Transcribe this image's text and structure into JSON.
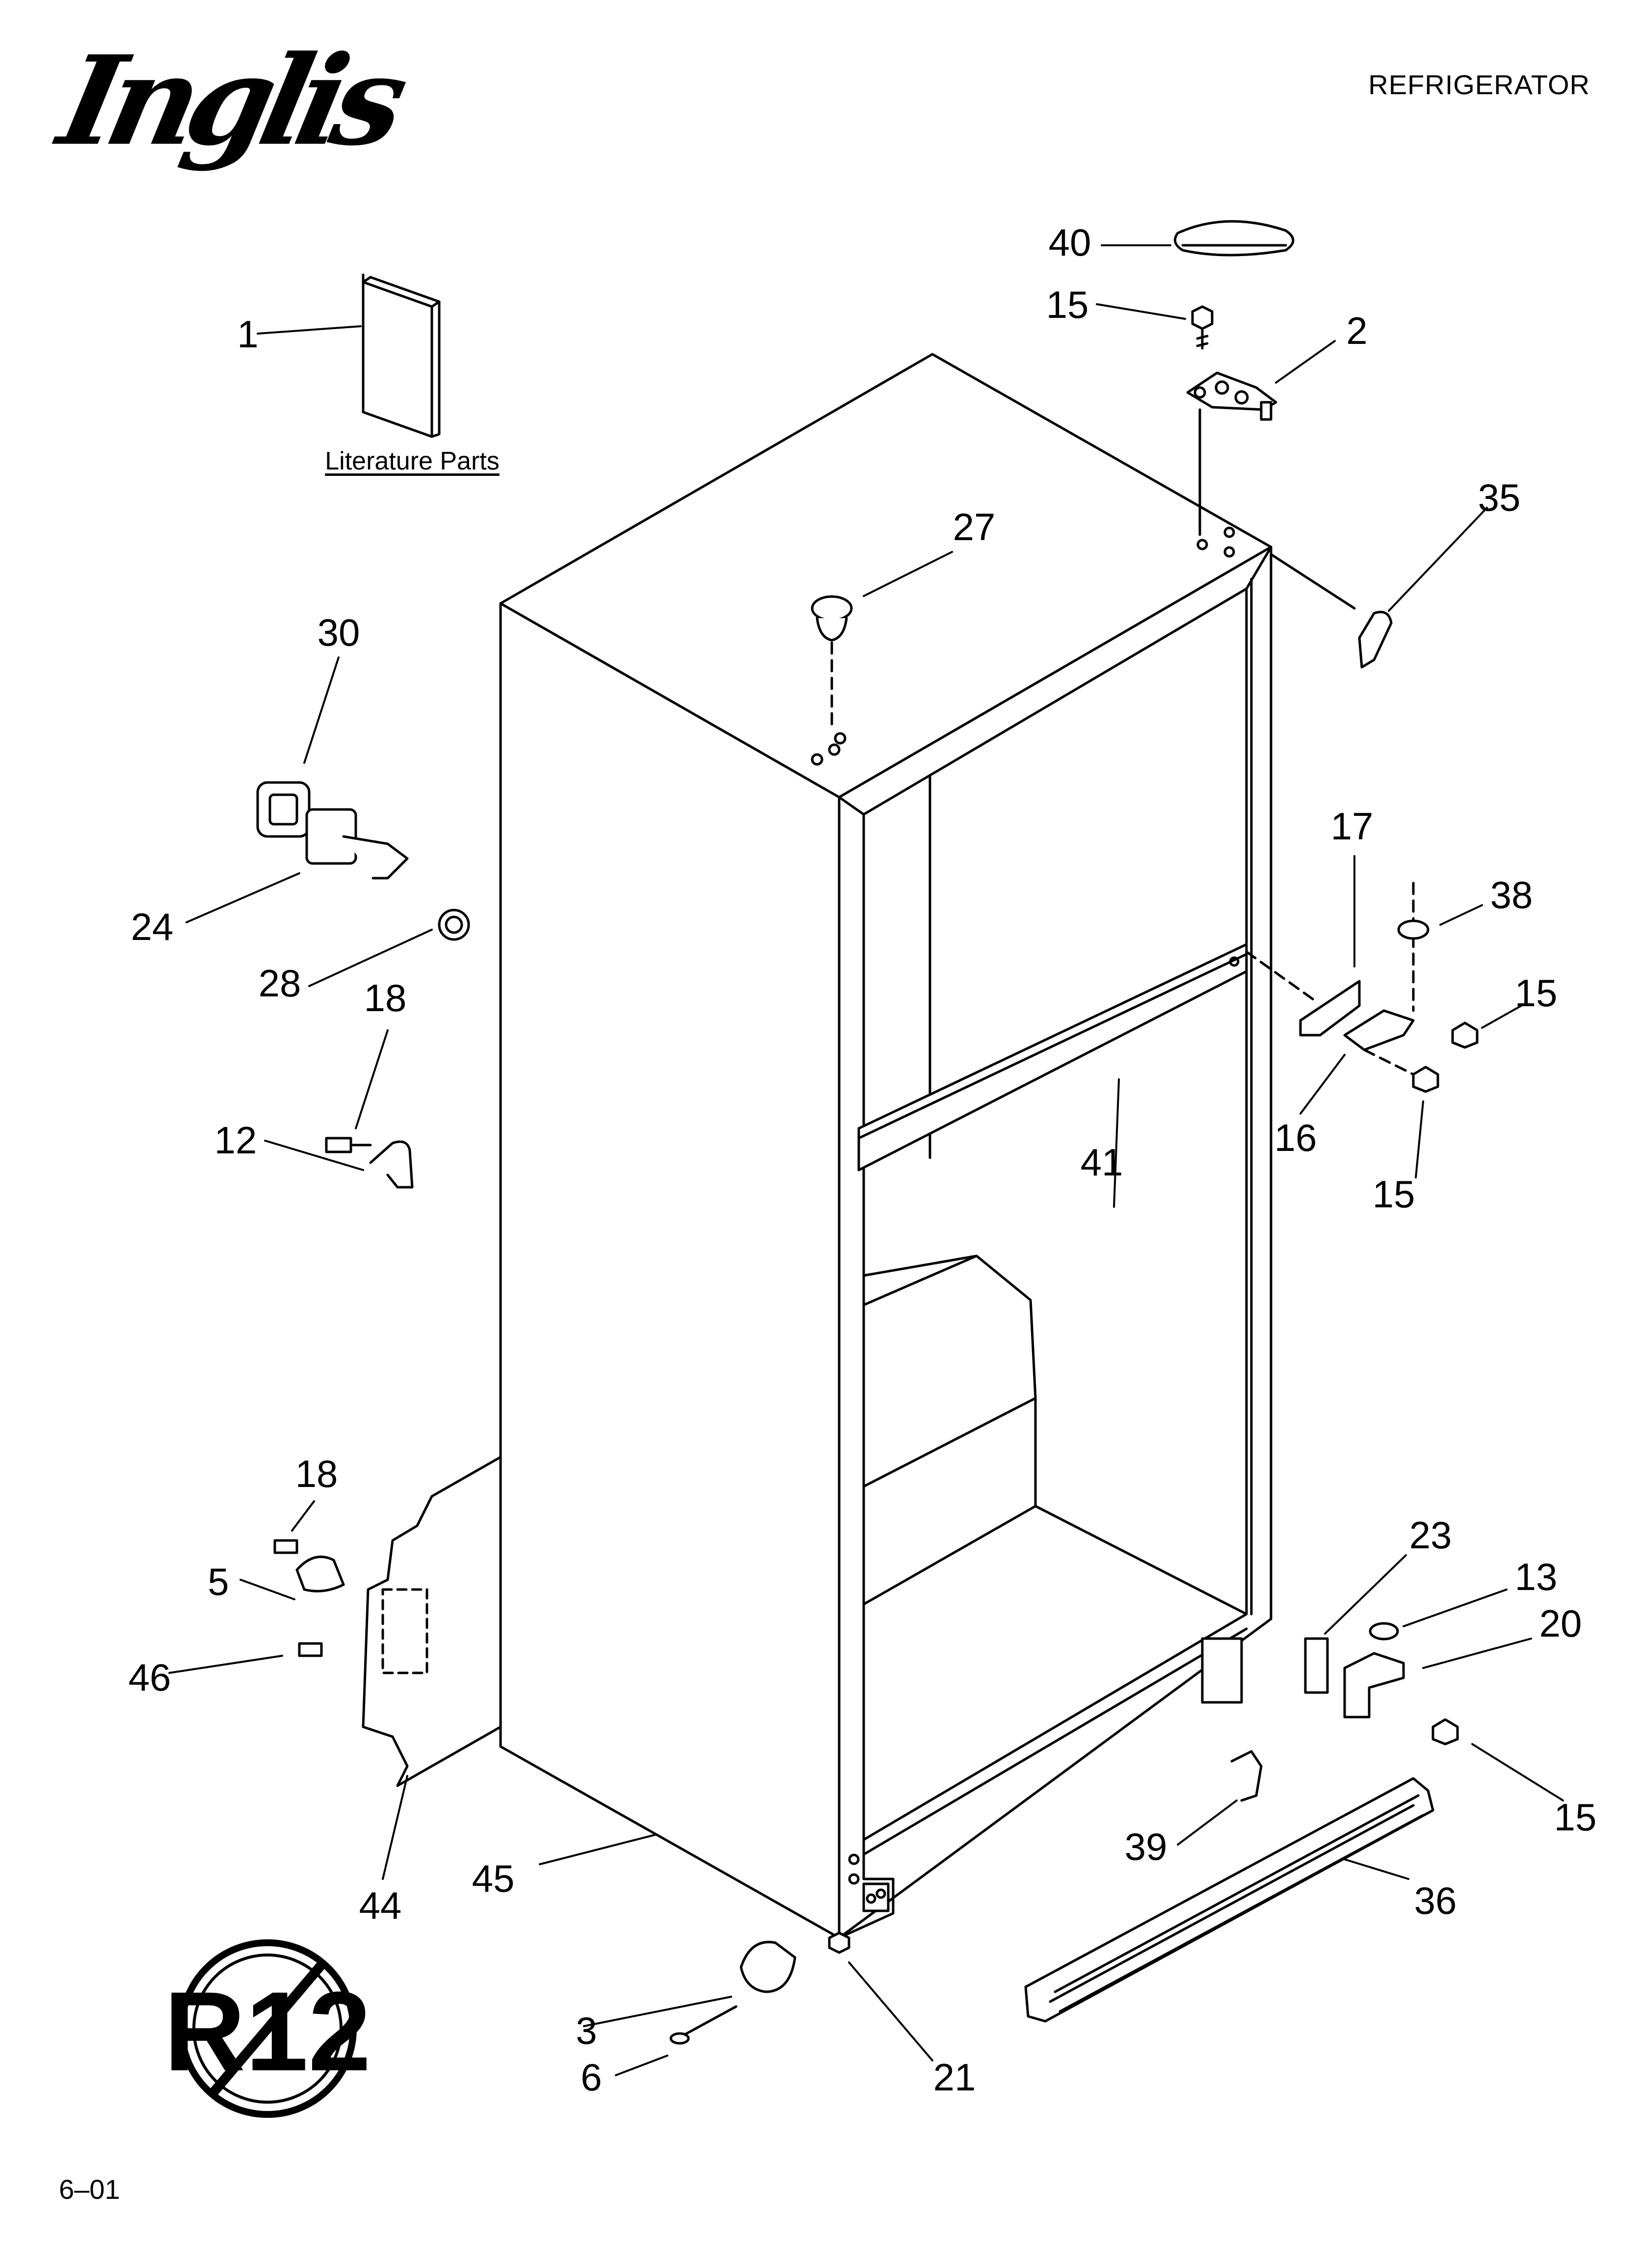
{
  "header": {
    "brand": "Inglis",
    "title": "REFRIGERATOR"
  },
  "literature": {
    "label": "Literature Parts"
  },
  "badge": {
    "text": "R12"
  },
  "footer": {
    "revision": "6–01"
  },
  "callouts": [
    "1",
    "40",
    "15",
    "2",
    "35",
    "27",
    "30",
    "24",
    "28",
    "18",
    "12",
    "17",
    "38",
    "15",
    "16",
    "15",
    "41",
    "18",
    "5",
    "46",
    "44",
    "45",
    "23",
    "13",
    "20",
    "15",
    "39",
    "36",
    "3",
    "6",
    "21"
  ]
}
